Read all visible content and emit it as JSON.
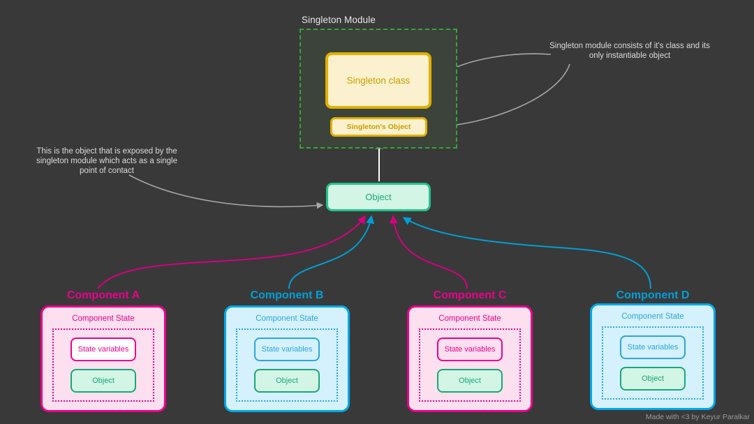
{
  "meta": {
    "background_color": "#393939",
    "footer_credit": "Made with <3 by Keyur Paralkar"
  },
  "module": {
    "label": "Singleton Module",
    "border_color": "#3aa23a",
    "fill_color": "#3b433a",
    "class_box": {
      "label": "Singleton class",
      "fill": "#fbf1ce",
      "border": "#e3b000",
      "text_color": "#c8a000"
    },
    "object_box": {
      "label": "Singleton's Object",
      "fill": "#fbf1ce",
      "border": "#e3b000",
      "text_color": "#c8a000"
    }
  },
  "central_object": {
    "label": "Object",
    "fill": "#d3f5e6",
    "border": "#24c38e",
    "text_color": "#1aa87a"
  },
  "annotations": {
    "right": "Singleton module consists of it's class and its only instantiable object",
    "left": "This is the object that is exposed by the singleton module which acts as a single point of contact"
  },
  "components": [
    {
      "title": "Component A",
      "theme": "pink",
      "accent": "#ec008c",
      "fill": "#fce0ef",
      "state_label": "Component State",
      "state_variables_label": "State variables",
      "object_label": "Object"
    },
    {
      "title": "Component B",
      "theme": "blue",
      "accent": "#00a8e8",
      "fill": "#d4f1fd",
      "state_label": "Component State",
      "state_variables_label": "State variables",
      "object_label": "Object"
    },
    {
      "title": "Component C",
      "theme": "pink",
      "accent": "#ec008c",
      "fill": "#fce0ef",
      "state_label": "Component State",
      "state_variables_label": "State variables",
      "object_label": "Object"
    },
    {
      "title": "Component D",
      "theme": "blue",
      "accent": "#00a8e8",
      "fill": "#d4f1fd",
      "state_label": "Component State",
      "state_variables_label": "State variables",
      "object_label": "Object"
    }
  ],
  "connectors": {
    "module_to_object_color": "#ffffff",
    "annotation_arrow_color": "#a8a8a8",
    "component_a_color": "#d6007f",
    "component_b_color": "#009fd4",
    "component_c_color": "#d6007f",
    "component_d_color": "#009fd4"
  }
}
